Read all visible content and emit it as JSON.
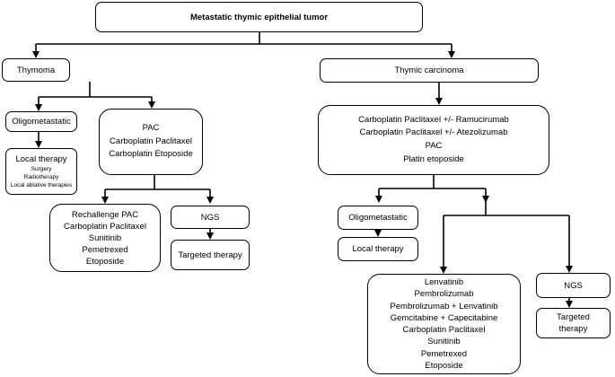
{
  "root": "Metastatic thymic epithelial tumor",
  "thymoma": {
    "title": "Thymoma",
    "oligometastatic": "Oligometastatic",
    "local_therapy": {
      "title": "Local therapy",
      "items": [
        "Surgery",
        "Radiotherapy",
        "Local ablative therapies"
      ]
    },
    "first_line": [
      "PAC",
      "Carboplatin Paclitaxel",
      "Carboplatin Etoposide"
    ],
    "second_line": [
      "Rechallenge PAC",
      "Carboplatin Paclitaxel",
      "Sunitinib",
      "Pemetrexed",
      "Etoposide"
    ],
    "ngs": "NGS",
    "targeted": "Targeted therapy"
  },
  "carcinoma": {
    "title": "Thymic carcinoma",
    "first_line": [
      "Carboplatin Paclitaxel +/- Ramucirumab",
      "Carboplatin Paclitaxel +/- Atezolizumab",
      "PAC",
      "Platin etoposide"
    ],
    "oligometastatic": "Oligometastatic",
    "local_therapy": "Local therapy",
    "second_line": [
      "Lenvatinib",
      "Pembrolizumab",
      "Pembrolizumab + Lenvatinib",
      "Gemcitabine + Capecitabine",
      "Carboplatin Paclitaxel",
      "Sunitinib",
      "Pemetrexed",
      "Etoposide"
    ],
    "ngs": "NGS",
    "targeted": [
      "Targeted",
      "therapy"
    ]
  }
}
